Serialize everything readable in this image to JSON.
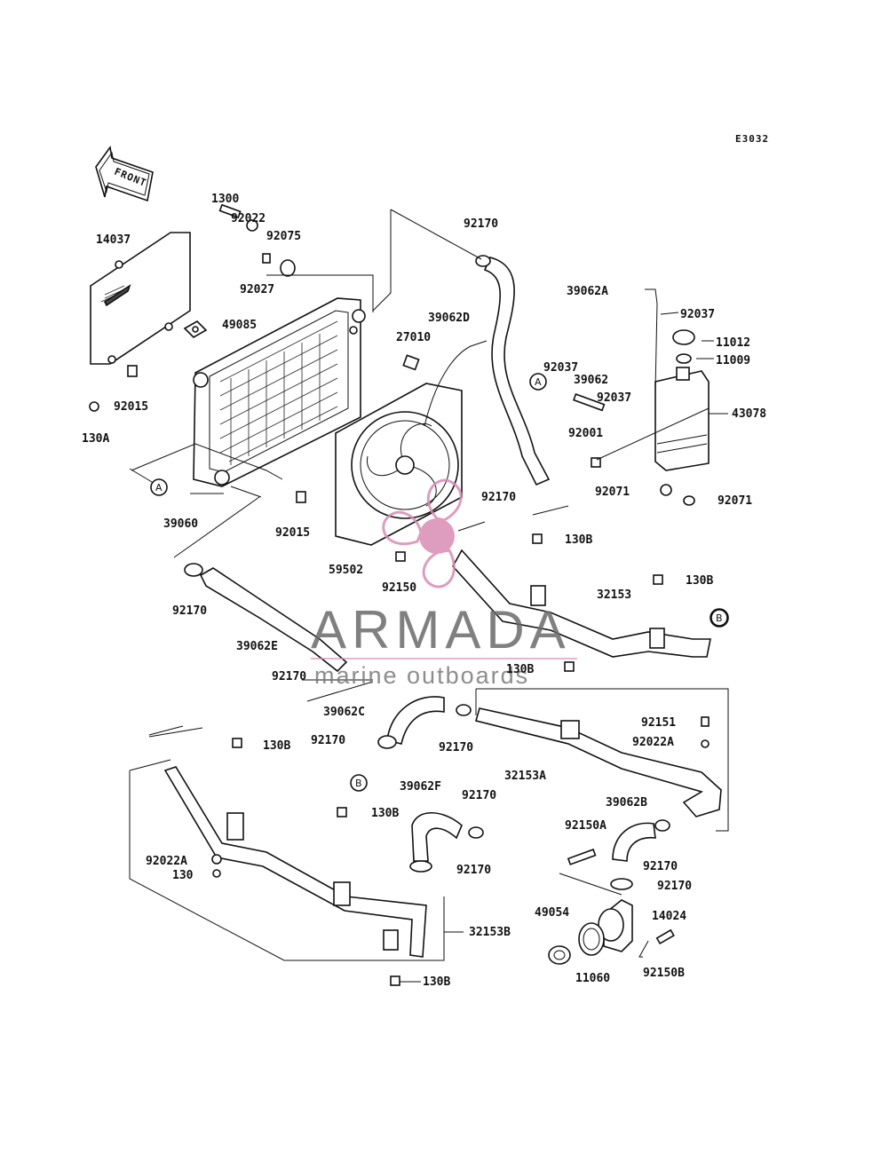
{
  "diagram_code": "E3032",
  "front_label": "FRONT",
  "markers": {
    "a": "A",
    "b": "B"
  },
  "watermark": {
    "brand": "ARMADA",
    "tagline": "marine outboards",
    "accent": "#d98bb3",
    "text_color": "#6a6a6a"
  },
  "labels": {
    "p14037": "14037",
    "p1300": "1300",
    "p92022_top": "92022",
    "p92075": "92075",
    "p92027": "92027",
    "p49085": "49085",
    "p27010": "27010",
    "p92015_left": "92015",
    "p130A": "130A",
    "p39060": "39060",
    "p92015_mid": "92015",
    "p59502": "59502",
    "p92150": "92150",
    "p92170_topright": "92170",
    "p39062D": "39062D",
    "p39062A": "39062A",
    "p92037_a": "92037",
    "p11012": "11012",
    "p11009": "11009",
    "p92037_b": "92037",
    "p39062": "39062",
    "p92037_c": "92037",
    "p43078": "43078",
    "p92001": "92001",
    "p92071_a": "92071",
    "p92071_b": "92071",
    "p92170_mid": "92170",
    "p130B_a": "130B",
    "p130B_b": "130B",
    "p32153": "32153",
    "p92170_left": "92170",
    "p39062E": "39062E",
    "p92170_c": "92170",
    "p39062C": "39062C",
    "p92170_d": "92170",
    "p92170_e": "92170",
    "p130B_c": "130B",
    "p92151": "92151",
    "p92022A_a": "92022A",
    "p32153A": "32153A",
    "p130B_d": "130B",
    "p39062F": "39062F",
    "p92170_f": "92170",
    "p130B_e": "130B",
    "p92170_g": "92170",
    "p39062B": "39062B",
    "p92150A": "92150A",
    "p92170_h": "92170",
    "p92022A_b": "92022A",
    "p130": "130",
    "p92170_i": "92170",
    "p49054": "49054",
    "p14024": "14024",
    "p32153B": "32153B",
    "p11060": "11060",
    "p92150B": "92150B",
    "p130B_f": "130B"
  }
}
